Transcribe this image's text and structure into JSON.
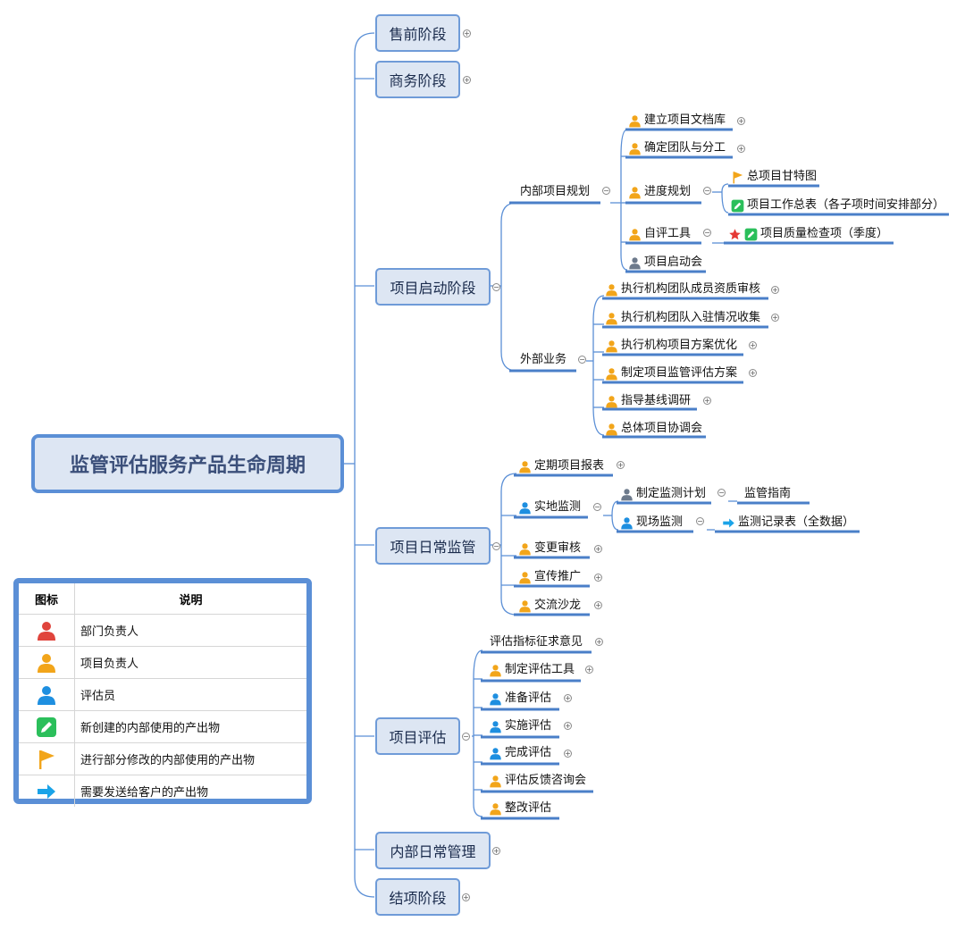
{
  "root": {
    "title": "监管评估服务产品生命周期"
  },
  "stages": {
    "presale": "售前阶段",
    "business": "商务阶段",
    "kickoff": "项目启动阶段",
    "daily": "项目日常监管",
    "evaluation": "项目评估",
    "internal": "内部日常管理",
    "closing": "结项阶段"
  },
  "kickoff": {
    "internal_planning": {
      "label": "内部项目规划",
      "items": {
        "archive": "建立项目文档库",
        "team": "确定团队与分工",
        "schedule": "进度规划",
        "schedule_gantt": "总项目甘特图",
        "schedule_summary": "项目工作总表（各子项时间安排部分）",
        "self_eval": "自评工具",
        "self_eval_check": "项目质量检查项（季度）",
        "meeting": "项目启动会"
      }
    },
    "external": {
      "label": "外部业务",
      "items": {
        "qualification": "执行机构团队成员资质审核",
        "onboarding": "执行机构团队入驻情况收集",
        "optimize": "执行机构项目方案优化",
        "plan": "制定项目监管评估方案",
        "baseline": "指导基线调研",
        "coordination": "总体项目协调会"
      }
    }
  },
  "daily": {
    "report": "定期项目报表",
    "field": "实地监测",
    "field_plan": "制定监测计划",
    "field_guide": "监管指南",
    "field_onsite": "现场监测",
    "field_record": "监测记录表（全数据）",
    "change": "变更审核",
    "promo": "宣传推广",
    "salon": "交流沙龙"
  },
  "evaluation": {
    "opinion": "评估指标征求意见",
    "tool": "制定评估工具",
    "prepare": "准备评估",
    "execute": "实施评估",
    "complete": "完成评估",
    "feedback": "评估反馈咨询会",
    "rectify": "整改评估"
  },
  "legend": {
    "header_icon": "图标",
    "header_desc": "说明",
    "rows": [
      {
        "icon": "person-red-icon",
        "text": "部门负责人"
      },
      {
        "icon": "person-orange-icon",
        "text": "项目负责人"
      },
      {
        "icon": "person-blue-icon",
        "text": "评估员"
      },
      {
        "icon": "pencil-green-icon",
        "text": "新创建的内部使用的产出物"
      },
      {
        "icon": "flag-orange-icon",
        "text": "进行部分修改的内部使用的产出物"
      },
      {
        "icon": "arrow-blue-icon",
        "text": "需要发送给客户的产出物"
      }
    ]
  },
  "colors": {
    "connector": "#5b8fd6",
    "underline": "#4a7fc8",
    "node_fill": "#dde6f3",
    "person_red": "#e0443c",
    "person_orange": "#f2a51a",
    "person_blue": "#1e8fe0",
    "person_gray": "#6d7a8c",
    "pencil_green": "#2bbf5b",
    "arrow_blue": "#1aa3e8",
    "star_red": "#e53935"
  }
}
